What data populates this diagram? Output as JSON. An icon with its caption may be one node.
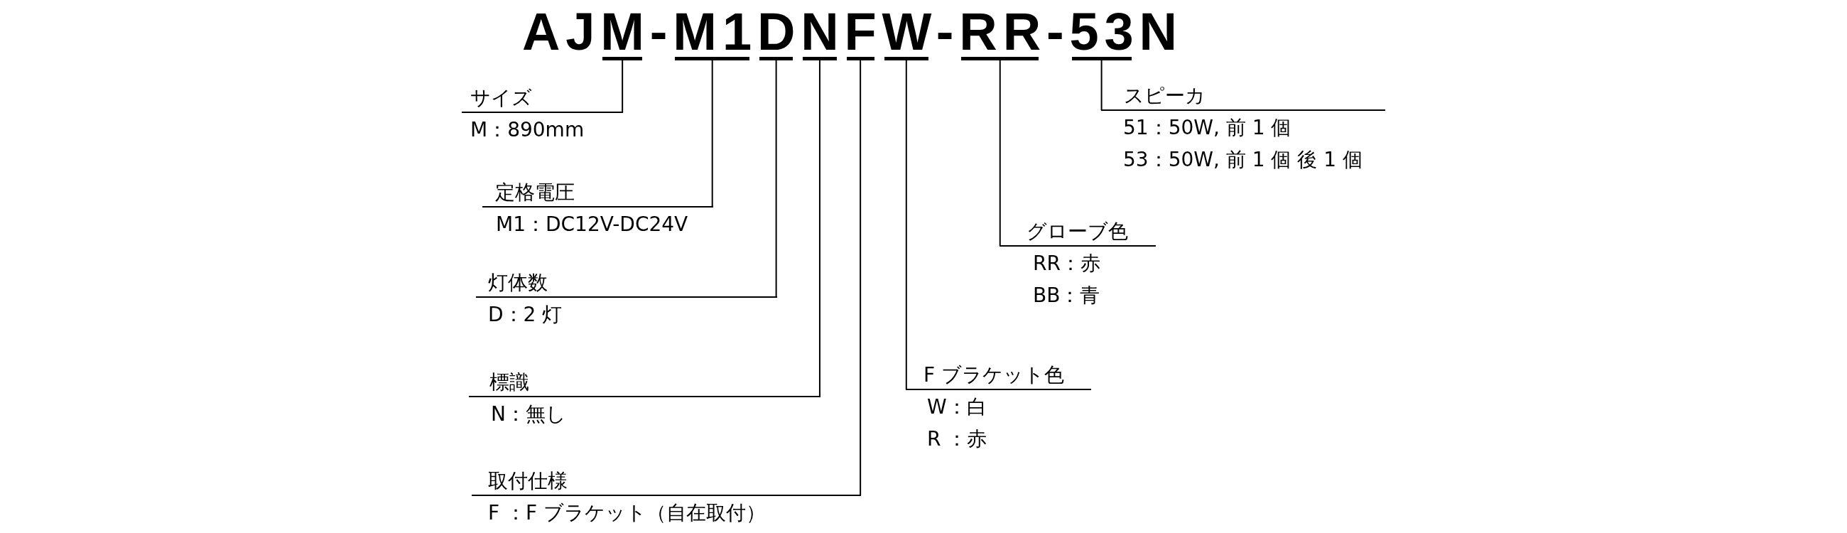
{
  "diagram": {
    "title": "AJM-M1DNFW-RR-53N",
    "nodes": [
      {
        "text": [],
        "shape": "bar"
      },
      {
        "text": [],
        "shape": "bar"
      },
      {
        "text": [],
        "shape": "bar"
      },
      {
        "text": [],
        "shape": "bar"
      },
      {
        "text": [],
        "shape": "bar"
      },
      {
        "text": [],
        "shape": "bar"
      },
      {
        "text": [],
        "shape": "bar"
      },
      {
        "text": [],
        "shape": "bar"
      },
      {
        "text": [
          "サイズ",
          "M：890mm"
        ]
      },
      {
        "text": [
          "定格電圧",
          "M1：DC12V-DC24V"
        ]
      },
      {
        "text": [
          "灯体数",
          "D：2 灯"
        ]
      },
      {
        "text": [
          "標識",
          "N：無し"
        ]
      },
      {
        "text": [
          "取付仕様",
          "F ：F ブラケット（自在取付）"
        ]
      },
      {
        "text": [
          "F ブラケット色",
          "W：白",
          "R ：赤"
        ]
      },
      {
        "text": [
          "グローブ色",
          "RR：赤",
          "BB：青"
        ]
      },
      {
        "text": [
          "スピーカ",
          "51：50W, 前 1 個",
          "53：50W, 前 1 個 後 1 個"
        ]
      }
    ],
    "edges": [
      {
        "from": 8,
        "to": 0,
        "arrow": "none"
      },
      {
        "from": 9,
        "to": 1,
        "arrow": "none"
      },
      {
        "from": 10,
        "to": 2,
        "arrow": "none"
      },
      {
        "from": 11,
        "to": 3,
        "arrow": "none"
      },
      {
        "from": 12,
        "to": 4,
        "arrow": "none"
      },
      {
        "from": 13,
        "to": 5,
        "arrow": "none"
      },
      {
        "from": 14,
        "to": 6,
        "arrow": "none"
      },
      {
        "from": 15,
        "to": 7,
        "arrow": "none"
      }
    ]
  }
}
